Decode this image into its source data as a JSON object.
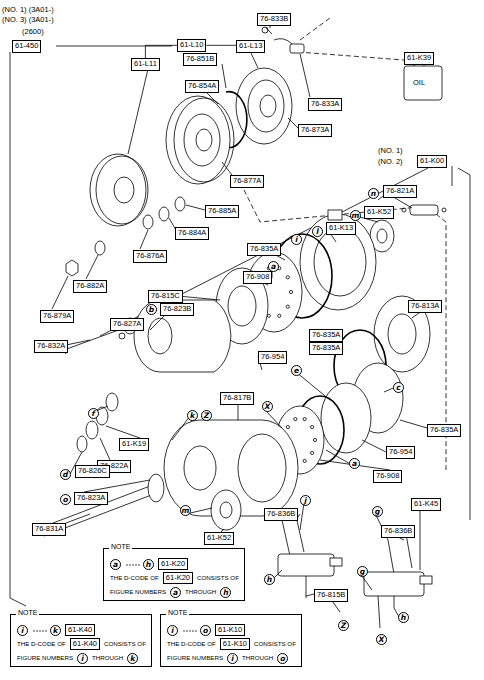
{
  "diagram": {
    "nodes": [
      {
        "text": [
          "61-450"
        ]
      },
      {
        "text": [
          "61-L10"
        ]
      },
      {
        "text": [
          "76-833B"
        ]
      },
      {
        "text": [
          "61-K39"
        ]
      },
      {
        "text": [
          "61-L11"
        ]
      },
      {
        "text": [
          "76-851B"
        ]
      },
      {
        "text": [
          "61-L13"
        ]
      },
      {
        "text": [
          "76-854A"
        ]
      },
      {
        "text": [
          "76-833A"
        ]
      },
      {
        "text": [
          "76-873A"
        ]
      },
      {
        "text": [
          "61-K00"
        ]
      },
      {
        "text": [
          "76-877A"
        ]
      },
      {
        "text": [
          "n"
        ]
      },
      {
        "text": [
          "76-821A"
        ]
      },
      {
        "text": [
          "76-885A"
        ]
      },
      {
        "text": [
          "m"
        ]
      },
      {
        "text": [
          "61-K52"
        ]
      },
      {
        "text": [
          "l"
        ]
      },
      {
        "text": [
          "61-K13"
        ]
      },
      {
        "text": [
          "76-884A"
        ]
      },
      {
        "text": [
          "i"
        ]
      },
      {
        "text": [
          "76-835A"
        ]
      },
      {
        "text": [
          "76-876A"
        ]
      },
      {
        "text": [
          "a"
        ]
      },
      {
        "text": [
          "76-908"
        ]
      },
      {
        "text": [
          "76-882A"
        ]
      },
      {
        "text": [
          "76-815C"
        ]
      },
      {
        "text": [
          "76-813A"
        ]
      },
      {
        "text": [
          "b"
        ]
      },
      {
        "text": [
          "76-823B"
        ]
      },
      {
        "text": [
          "76-879A"
        ]
      },
      {
        "text": [
          "76-827A"
        ]
      },
      {
        "text": [
          "76-835A"
        ]
      },
      {
        "text": [
          "76-832A"
        ]
      },
      {
        "text": [
          "76-835A"
        ]
      },
      {
        "text": [
          "76-954"
        ]
      },
      {
        "text": [
          "e"
        ]
      },
      {
        "text": [
          "c"
        ]
      },
      {
        "text": [
          "76-817B"
        ]
      },
      {
        "text": [
          "X"
        ]
      },
      {
        "text": [
          "f"
        ]
      },
      {
        "text": [
          "k"
        ]
      },
      {
        "text": [
          "Z"
        ]
      },
      {
        "text": [
          "76-835A"
        ]
      },
      {
        "text": [
          "61-K19"
        ]
      },
      {
        "text": [
          "76-954"
        ]
      },
      {
        "text": [
          "a"
        ]
      },
      {
        "text": [
          "76-822A"
        ]
      },
      {
        "text": [
          "d"
        ]
      },
      {
        "text": [
          "76-826C"
        ]
      },
      {
        "text": [
          "76-908"
        ]
      },
      {
        "text": [
          "o"
        ]
      },
      {
        "text": [
          "76-823A"
        ]
      },
      {
        "text": [
          "j"
        ]
      },
      {
        "text": [
          "61-K45"
        ]
      },
      {
        "text": [
          "g"
        ]
      },
      {
        "text": [
          "76-836B"
        ]
      },
      {
        "text": [
          "76-831A"
        ]
      },
      {
        "text": [
          "76-836B"
        ]
      },
      {
        "text": [
          "m"
        ]
      },
      {
        "text": [
          "NOTE"
        ]
      },
      {
        "text": [
          "a"
        ],
        "in": 60
      },
      {
        "text": [
          "h"
        ],
        "in": 60
      },
      {
        "text": [
          "61-K20"
        ],
        "in": 60
      },
      {
        "text": [
          "61-K20"
        ],
        "in": 60
      },
      {
        "text": [
          "a"
        ],
        "in": 60
      },
      {
        "text": [
          "h"
        ],
        "in": 60
      },
      {
        "text": [
          "61-K52"
        ]
      },
      {
        "text": [
          "g"
        ]
      },
      {
        "text": [
          "h"
        ]
      },
      {
        "text": [
          "76-815B"
        ]
      },
      {
        "text": [
          "h"
        ]
      },
      {
        "text": [
          "Z"
        ]
      },
      {
        "text": [
          "X"
        ]
      },
      {
        "text": [
          "NOTE"
        ]
      },
      {
        "text": [
          "i"
        ],
        "in": 74
      },
      {
        "text": [
          "k"
        ],
        "in": 74
      },
      {
        "text": [
          "61-K40"
        ],
        "in": 74
      },
      {
        "text": [
          "61-K40"
        ],
        "in": 74
      },
      {
        "text": [
          "i"
        ],
        "in": 74
      },
      {
        "text": [
          "k"
        ],
        "in": 74
      },
      {
        "text": [
          "NOTE"
        ]
      },
      {
        "text": [
          "i"
        ],
        "in": 81
      },
      {
        "text": [
          "o"
        ],
        "in": 81
      },
      {
        "text": [
          "61-K10"
        ],
        "in": 81
      },
      {
        "text": [
          "61-K10"
        ],
        "in": 81
      },
      {
        "text": [
          "i"
        ],
        "in": 81
      },
      {
        "text": [
          "o"
        ],
        "in": 81
      }
    ],
    "edges": [
      {
        "from": 1,
        "to": 4,
        "arrow": "none"
      },
      {
        "from": 1,
        "to": 6,
        "arrow": "none"
      }
    ],
    "labels": [
      "(NO. 1) (3A01-)",
      "(NO. 3) (3A01-)",
      "(2600)",
      "OIL",
      "(NO. 1)",
      "(NO. 2)",
      "THE D-CODE OF",
      "CONSISTS OF",
      "FIGURE NUMBERS",
      "THROUGH",
      "THE D-CODE OF",
      "CONSISTS OF",
      "FIGURE NUMBERS",
      "THROUGH",
      "THE D-CODE OF",
      "CONSISTS OF",
      "FIGURE NUMBERS",
      "THROUGH"
    ]
  }
}
